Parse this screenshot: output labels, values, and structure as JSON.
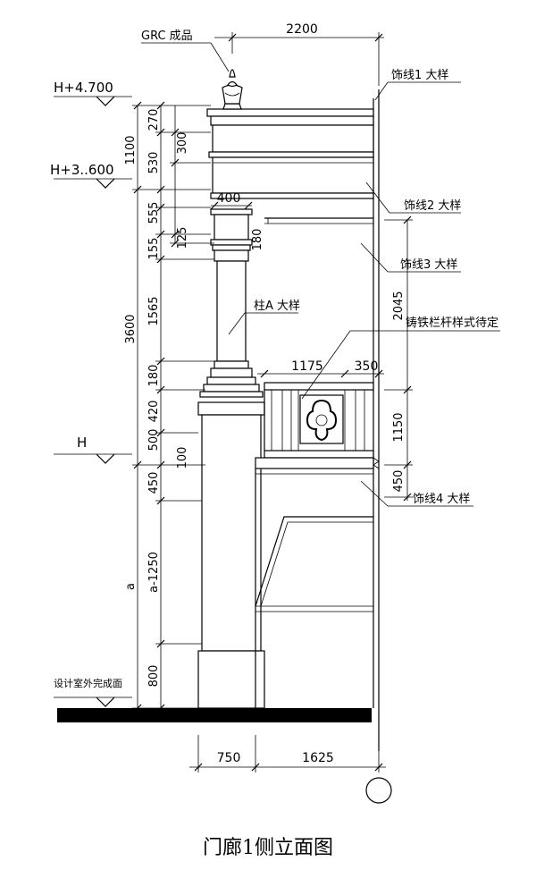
{
  "drawing": {
    "title": "门廊1侧立面图",
    "callouts": {
      "grc": "GRC 成品",
      "line1": "饰线1 大样",
      "line2": "饰线2 大样",
      "line3": "饰线3 大样",
      "column": "柱A 大样",
      "railing": "铸铁栏杆样式待定",
      "line4": "饰线4 大样"
    },
    "levels": {
      "top": "H+4.700",
      "mid": "H+3..600",
      "base": "H",
      "ground": "设计室外完成面"
    },
    "dims": {
      "top_width": "2200",
      "col_width": "400",
      "rail_width": "1175",
      "rail_gap": "350",
      "bottom_left": "750",
      "bottom_right": "1625",
      "outer_1100": "1100",
      "outer_3600": "3600",
      "outer_a": "a",
      "seg_270": "270",
      "seg_530": "530",
      "seg_555": "555",
      "seg_155": "155",
      "seg_1565": "1565",
      "seg_180": "180",
      "seg_420": "420",
      "seg_500": "500",
      "seg_450": "450",
      "seg_a1250": "a-1250",
      "seg_800": "800",
      "in_300": "300",
      "in_125": "125",
      "in_180": "180",
      "in_100": "100",
      "right_2045": "2045",
      "right_1150": "1150",
      "right_450": "450"
    }
  }
}
